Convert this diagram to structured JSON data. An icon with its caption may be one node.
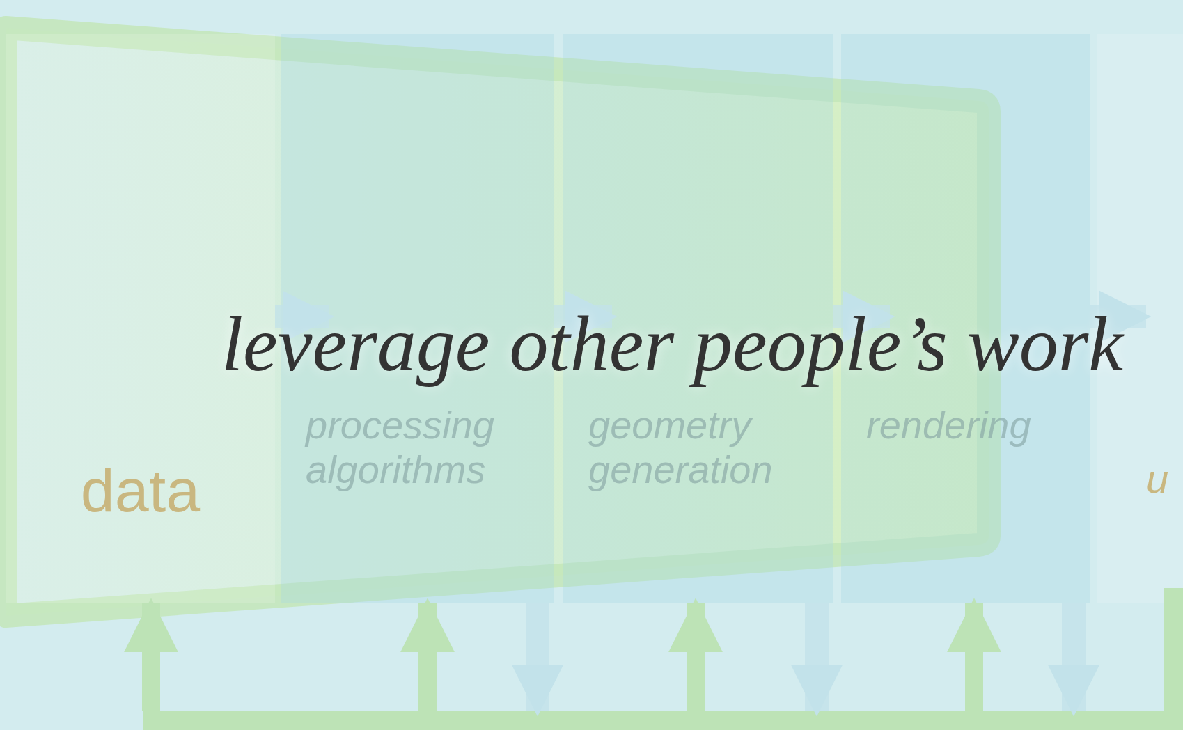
{
  "diagram": {
    "nodes": [
      {
        "text": [
          "data"
        ]
      },
      {
        "text": [
          "processing algorithms"
        ]
      },
      {
        "text": [
          "geometry generation"
        ]
      },
      {
        "text": [
          "rendering"
        ]
      },
      {
        "text": [
          "u"
        ]
      },
      {
        "text": [],
        "shape": "bar"
      },
      {
        "text": [],
        "shape": "bar"
      }
    ],
    "edges": [
      {
        "from": 5,
        "to": 0,
        "arrow": "to",
        "color": "#bde3b6"
      },
      {
        "from": 5,
        "to": 1,
        "arrow": "to",
        "color": "#bde3b6"
      },
      {
        "from": 5,
        "to": 2,
        "arrow": "to",
        "color": "#bde3b6"
      },
      {
        "from": 5,
        "to": 3,
        "arrow": "to",
        "color": "#bde3b6"
      },
      {
        "from": 1,
        "to": 5,
        "arrow": "to"
      },
      {
        "from": 2,
        "to": 5,
        "arrow": "to"
      },
      {
        "from": 3,
        "to": 5,
        "arrow": "to"
      },
      {
        "from": 0,
        "to": 1,
        "arrow": "to"
      },
      {
        "from": 1,
        "to": 2,
        "arrow": "to"
      },
      {
        "from": 2,
        "to": 3,
        "arrow": "to"
      },
      {
        "from": 3,
        "to": 4,
        "arrow": "to"
      }
    ],
    "labels": [
      "leverage other people’s work"
    ]
  }
}
